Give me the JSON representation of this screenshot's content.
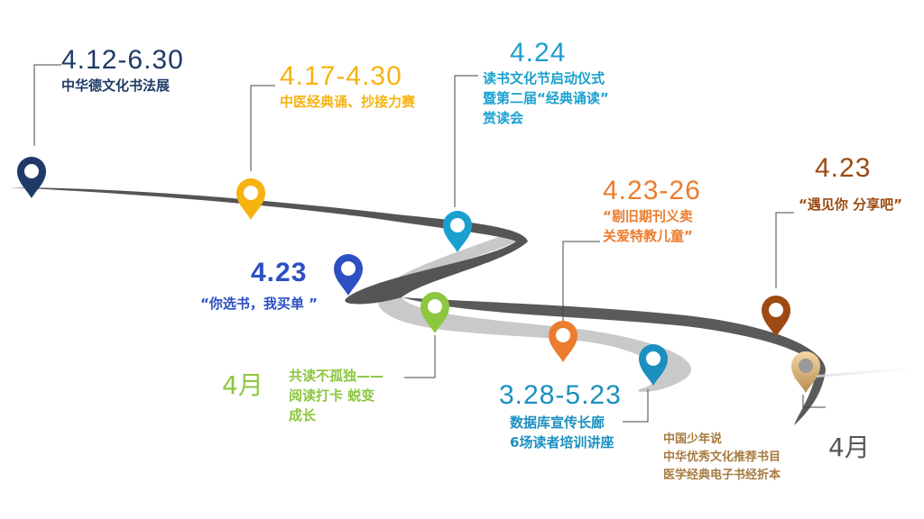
{
  "colors": {
    "navy": "#1f3a66",
    "yellow": "#f6b310",
    "cyan": "#1aa0cf",
    "orange": "#ec7c2e",
    "blue": "#2c4fc2",
    "green": "#8dc63f",
    "teal": "#1b8fc0",
    "brown": "#9c4a12",
    "tan": "#a87a3e",
    "road_dark": "#555555",
    "road_light": "#c6c6c6"
  },
  "events": [
    {
      "id": "e1",
      "date": "4.12-6.30",
      "lines": [
        "中华德文化书法展"
      ],
      "color": "navy",
      "icon": "map-pin-icon"
    },
    {
      "id": "e2",
      "date": "4.17-4.30",
      "lines": [
        "中医经典诵、抄接力赛"
      ],
      "color": "yellow",
      "icon": "map-pin-icon"
    },
    {
      "id": "e3",
      "date": "4.24",
      "lines": [
        "读书文化节启动仪式",
        "暨第二届“经典诵读”",
        "赏读会"
      ],
      "color": "cyan",
      "icon": "map-pin-icon"
    },
    {
      "id": "e4",
      "date": "4.23-26",
      "lines": [
        "“剔旧期刊义卖",
        "关爱特教儿童”"
      ],
      "color": "orange",
      "icon": "map-pin-icon"
    },
    {
      "id": "e5",
      "date": "4.23",
      "lines": [
        "“遇见你 分享吧”"
      ],
      "color": "brown",
      "icon": "map-pin-icon"
    },
    {
      "id": "e6",
      "date": "4.23",
      "lines": [
        "“你选书，我买单 ”"
      ],
      "color": "blue",
      "icon": "map-pin-icon"
    },
    {
      "id": "e7",
      "date": "4月",
      "lines": [
        "共读不孤独——",
        "阅读打卡 蜕变",
        "成长"
      ],
      "color": "green",
      "icon": "map-pin-icon"
    },
    {
      "id": "e8",
      "date": "3.28-5.23",
      "lines": [
        "数据库宣传长廊",
        "6场读者培训讲座"
      ],
      "color": "teal",
      "icon": "map-pin-icon"
    },
    {
      "id": "e9",
      "date": "4月",
      "lines": [
        "中国少年说",
        "中华优秀文化推荐书目",
        "医学经典电子书经折本"
      ],
      "color": "tan",
      "icon": "map-pin-icon"
    }
  ]
}
